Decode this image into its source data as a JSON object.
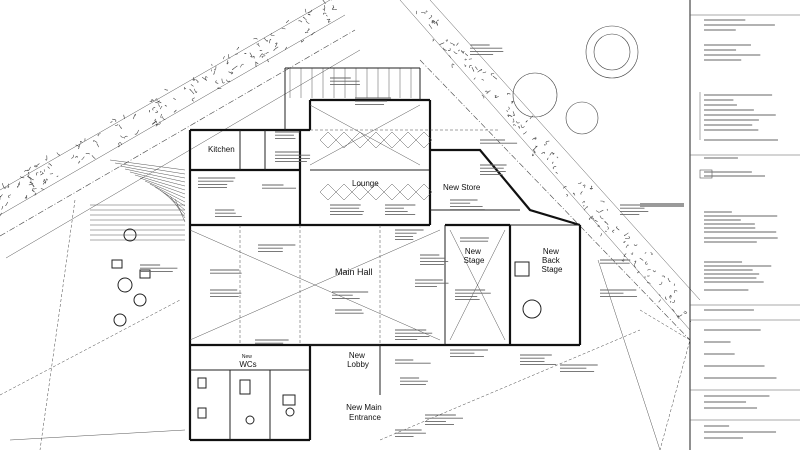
{
  "rooms": {
    "kitchen": "Kitchen",
    "lounge": "Lounge",
    "new_store": "New Store",
    "main_hall": "Main Hall",
    "new_stage": "New Stage",
    "new_back_stage": "New Back Stage",
    "new_wcs": "New WCs",
    "new_lobby": "New Lobby",
    "new_main_entrance": "New Main Entrance"
  }
}
